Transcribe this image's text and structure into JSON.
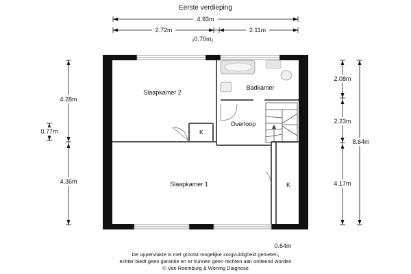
{
  "title": "Eerste verdieping",
  "dimensions": {
    "total_width": "4.93m",
    "width_left": "2.72m",
    "width_right": "2.11m",
    "stairs_width": "¡0.70m¡",
    "left_top": "4.28m",
    "left_mid": "0.77m",
    "left_bottom": "4.36m",
    "right_top": "2.08m",
    "right_mid": "2.23m",
    "right_bottom": "4.17m",
    "right_total": "8.64m",
    "bottom_small": "0.64m"
  },
  "rooms": {
    "slaapkamer2": "Slaapkamer 2",
    "badkamer": "Badkamer",
    "overloop": "Overloop",
    "slaapkamer1": "Slaapkamer 1",
    "kast_top": "K",
    "kast_bottom": "K"
  },
  "footer": {
    "line1": "De oppervlakte is met grootst mogelijke zorgvuldigheid gemeten,",
    "line2": "echter biedt geen garantie en er kunnen geen rechten aan ontleend worden",
    "line3": "© Van Roemburg & Woning Diagnose"
  },
  "colors": {
    "wall": "#111111",
    "inner_wall": "#555555",
    "window": "#9a9a9a",
    "fixture": "#cccccc"
  }
}
